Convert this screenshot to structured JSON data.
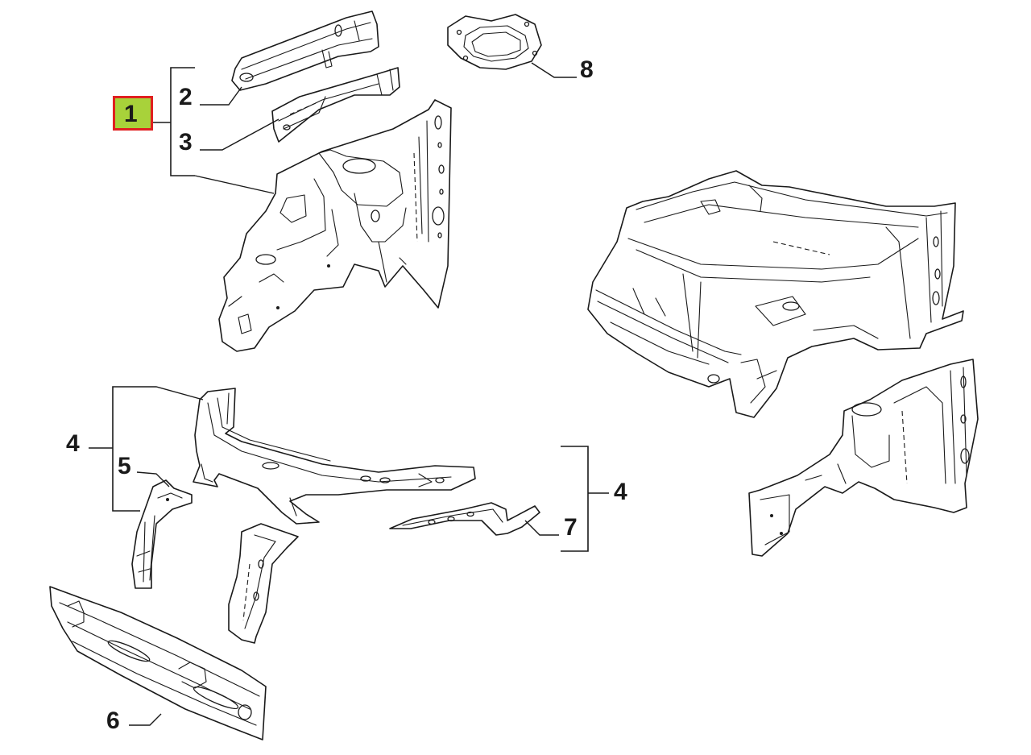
{
  "diagram": {
    "callouts": [
      {
        "id": "1",
        "label": "1",
        "highlighted": true
      },
      {
        "id": "2",
        "label": "2"
      },
      {
        "id": "3",
        "label": "3"
      },
      {
        "id": "8",
        "label": "8"
      },
      {
        "id": "4a",
        "label": "4"
      },
      {
        "id": "5",
        "label": "5"
      },
      {
        "id": "4b",
        "label": "4"
      },
      {
        "id": "7",
        "label": "7"
      },
      {
        "id": "6",
        "label": "6"
      }
    ],
    "colors": {
      "line": "#1a1a1a",
      "highlight_fill": "#a8d23a",
      "highlight_border": "#e02020",
      "background": "#ffffff"
    }
  }
}
